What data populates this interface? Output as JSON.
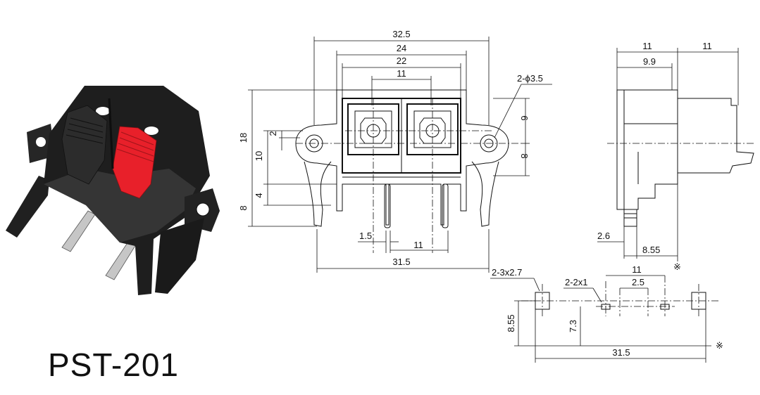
{
  "model": "PST-201",
  "front_view": {
    "dims": {
      "w_32_5": "32.5",
      "w_24": "24",
      "w_22": "22",
      "w_11_top": "11",
      "hole": "2-ϕ3.5",
      "h_18": "18",
      "h_2": "2",
      "h_10": "10",
      "h_4": "4",
      "h_8_left": "8",
      "h_6": "6",
      "h_8_right": "8",
      "pin_1_5": "1.5",
      "pin_11": "11",
      "w_31_5": "31.5"
    }
  },
  "side_view": {
    "dims": {
      "d_11_a": "11",
      "d_11_b": "11",
      "d_9_9": "9.9",
      "d_2_6": "2.6",
      "d_8_55": "8.55",
      "mark": "※"
    }
  },
  "pcb_layout": {
    "dims": {
      "pad_big": "2-3x2.7",
      "pad_small": "2-2x1",
      "p_11": "11",
      "p_2_5": "2.5",
      "p_8_55": "8.55",
      "p_7_3": "7.3",
      "p_31_5": "31.5",
      "mark": "※"
    }
  },
  "colors": {
    "housing": "#1c1c1c",
    "lever_black": "#2a2a2a",
    "lever_red": "#e8202a",
    "pin": "#b8b8b8"
  }
}
